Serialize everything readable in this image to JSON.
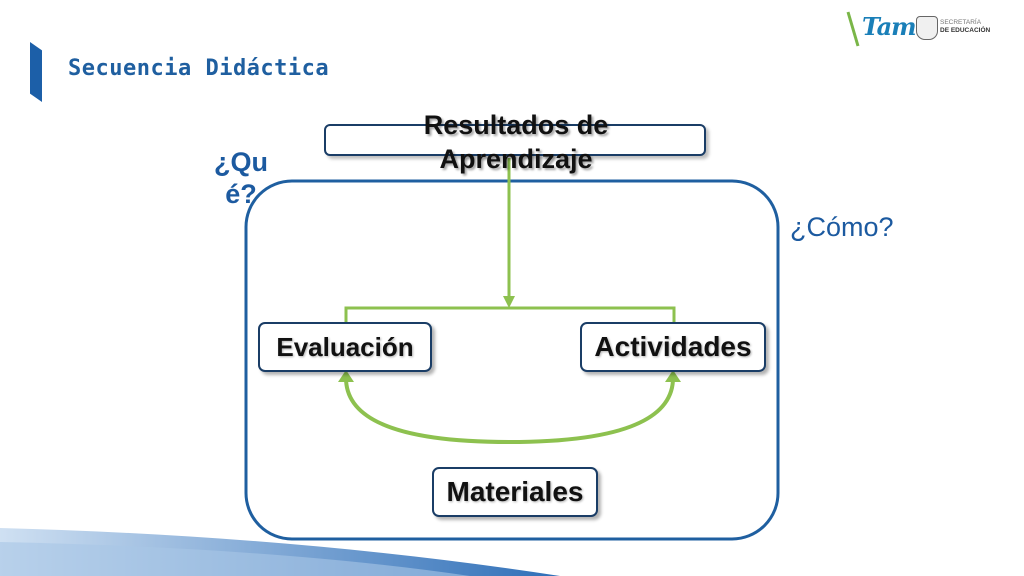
{
  "slide": {
    "title": "Secuencia Didáctica"
  },
  "logo": {
    "brand": "Tam",
    "line1": "SECRETARÍA",
    "line2": "DE EDUCACIÓN"
  },
  "diagram": {
    "top_box": "Resultados de Aprendizaje",
    "label_what": "¿Qué?",
    "label_how": "¿Cómo?",
    "nodes": {
      "evaluation": "Evaluación",
      "activities": "Actividades",
      "materials": "Materiales"
    }
  },
  "colors": {
    "accent_blue": "#1c5fa8",
    "frame_blue": "#1f5fa0",
    "arrow_green": "#8dc14f",
    "box_border": "#1a3d66"
  }
}
